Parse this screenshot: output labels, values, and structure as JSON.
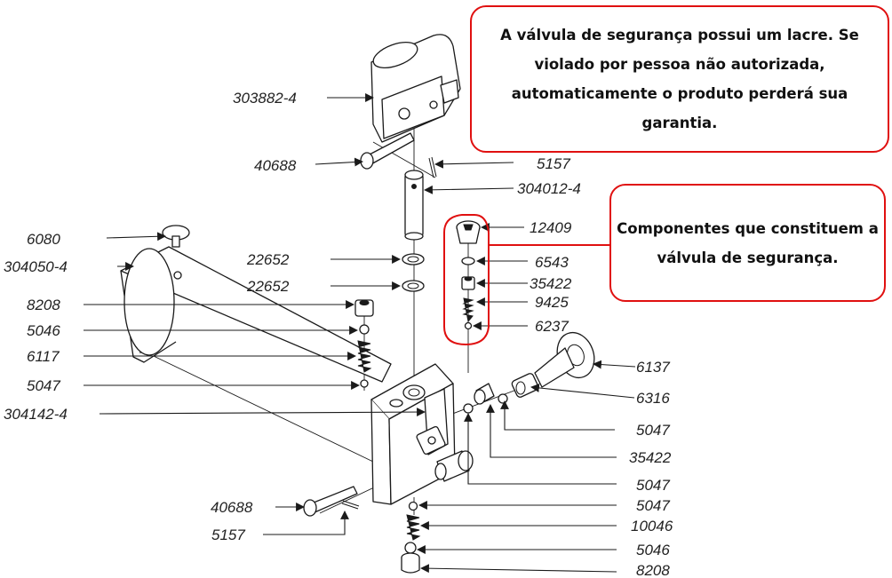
{
  "callouts": {
    "seal_notice": "A válvula de segurança possui um lacre. Se violado por pessoa não autorizada, automaticamente o produto perderá sua garantia.",
    "components_notice": "Componentes que constituem a válvula de segurança."
  },
  "labels": {
    "p303882": "303882-4",
    "p40688_top": "40688",
    "p5157_top": "5157",
    "p304012": "304012-4",
    "p12409": "12409",
    "p6080": "6080",
    "p304050": "304050-4",
    "p22652_a": "22652",
    "p22652_b": "22652",
    "p6543": "6543",
    "p35422_a": "35422",
    "p9425": "9425",
    "p8208_left": "8208",
    "p5046_left": "5046",
    "p6237": "6237",
    "p6117": "6117",
    "p6137": "6137",
    "p5047_left": "5047",
    "p6316": "6316",
    "p304142": "304142-4",
    "p5047_r1": "5047",
    "p35422_b": "35422",
    "p5047_r2": "5047",
    "p5047_r3": "5047",
    "p40688_bottom": "40688",
    "p10046": "10046",
    "p5157_bottom": "5157",
    "p5046_bottom": "5046",
    "p8208_bottom": "8208"
  },
  "colors": {
    "callout_border": "#e01010",
    "line": "#1a1a1a"
  }
}
